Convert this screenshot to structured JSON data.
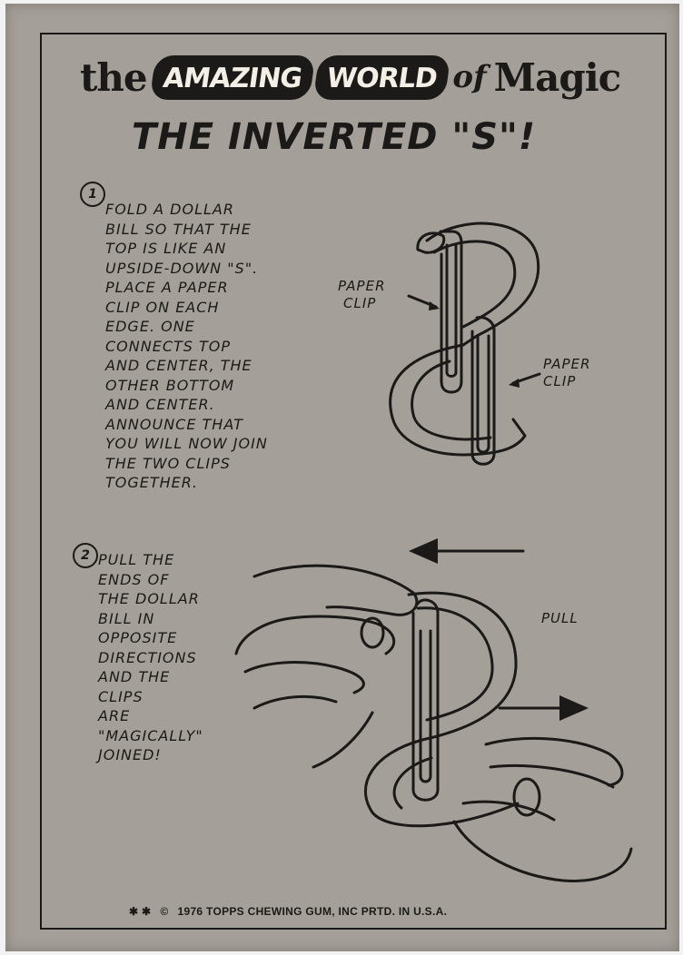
{
  "header": {
    "prefix": "the",
    "word_amazing": "AMAZING",
    "word_world": "WORLD",
    "word_of": "of",
    "word_magic": "Magic"
  },
  "title": "THE INVERTED \"S\"!",
  "step1": {
    "number": "1",
    "lines": [
      "Fold a dollar",
      "bill so that the",
      "top is like an",
      "upside-down \"S\".",
      "Place a paper",
      "clip on each",
      "edge. One",
      "connects top",
      "and center, the",
      "other bottom",
      "and center.",
      "Announce that",
      "you will now join",
      "the two clips",
      "together."
    ],
    "label_left_line1": "PAPER",
    "label_left_line2": "CLIP",
    "label_right_line1": "PAPER",
    "label_right_line2": "CLIP"
  },
  "step2": {
    "number": "2",
    "lines": [
      "Pull the",
      "ends of",
      "the dollar",
      "bill in",
      "opposite",
      "directions",
      "and the",
      "clips",
      "are",
      "\"magically\"",
      "joined!"
    ],
    "pull_label": "PULL"
  },
  "footer": {
    "stars": "✱ ✱",
    "copyright": "©",
    "text": "1976 TOPPS CHEWING GUM, INC  PRTD. IN U.S.A."
  }
}
